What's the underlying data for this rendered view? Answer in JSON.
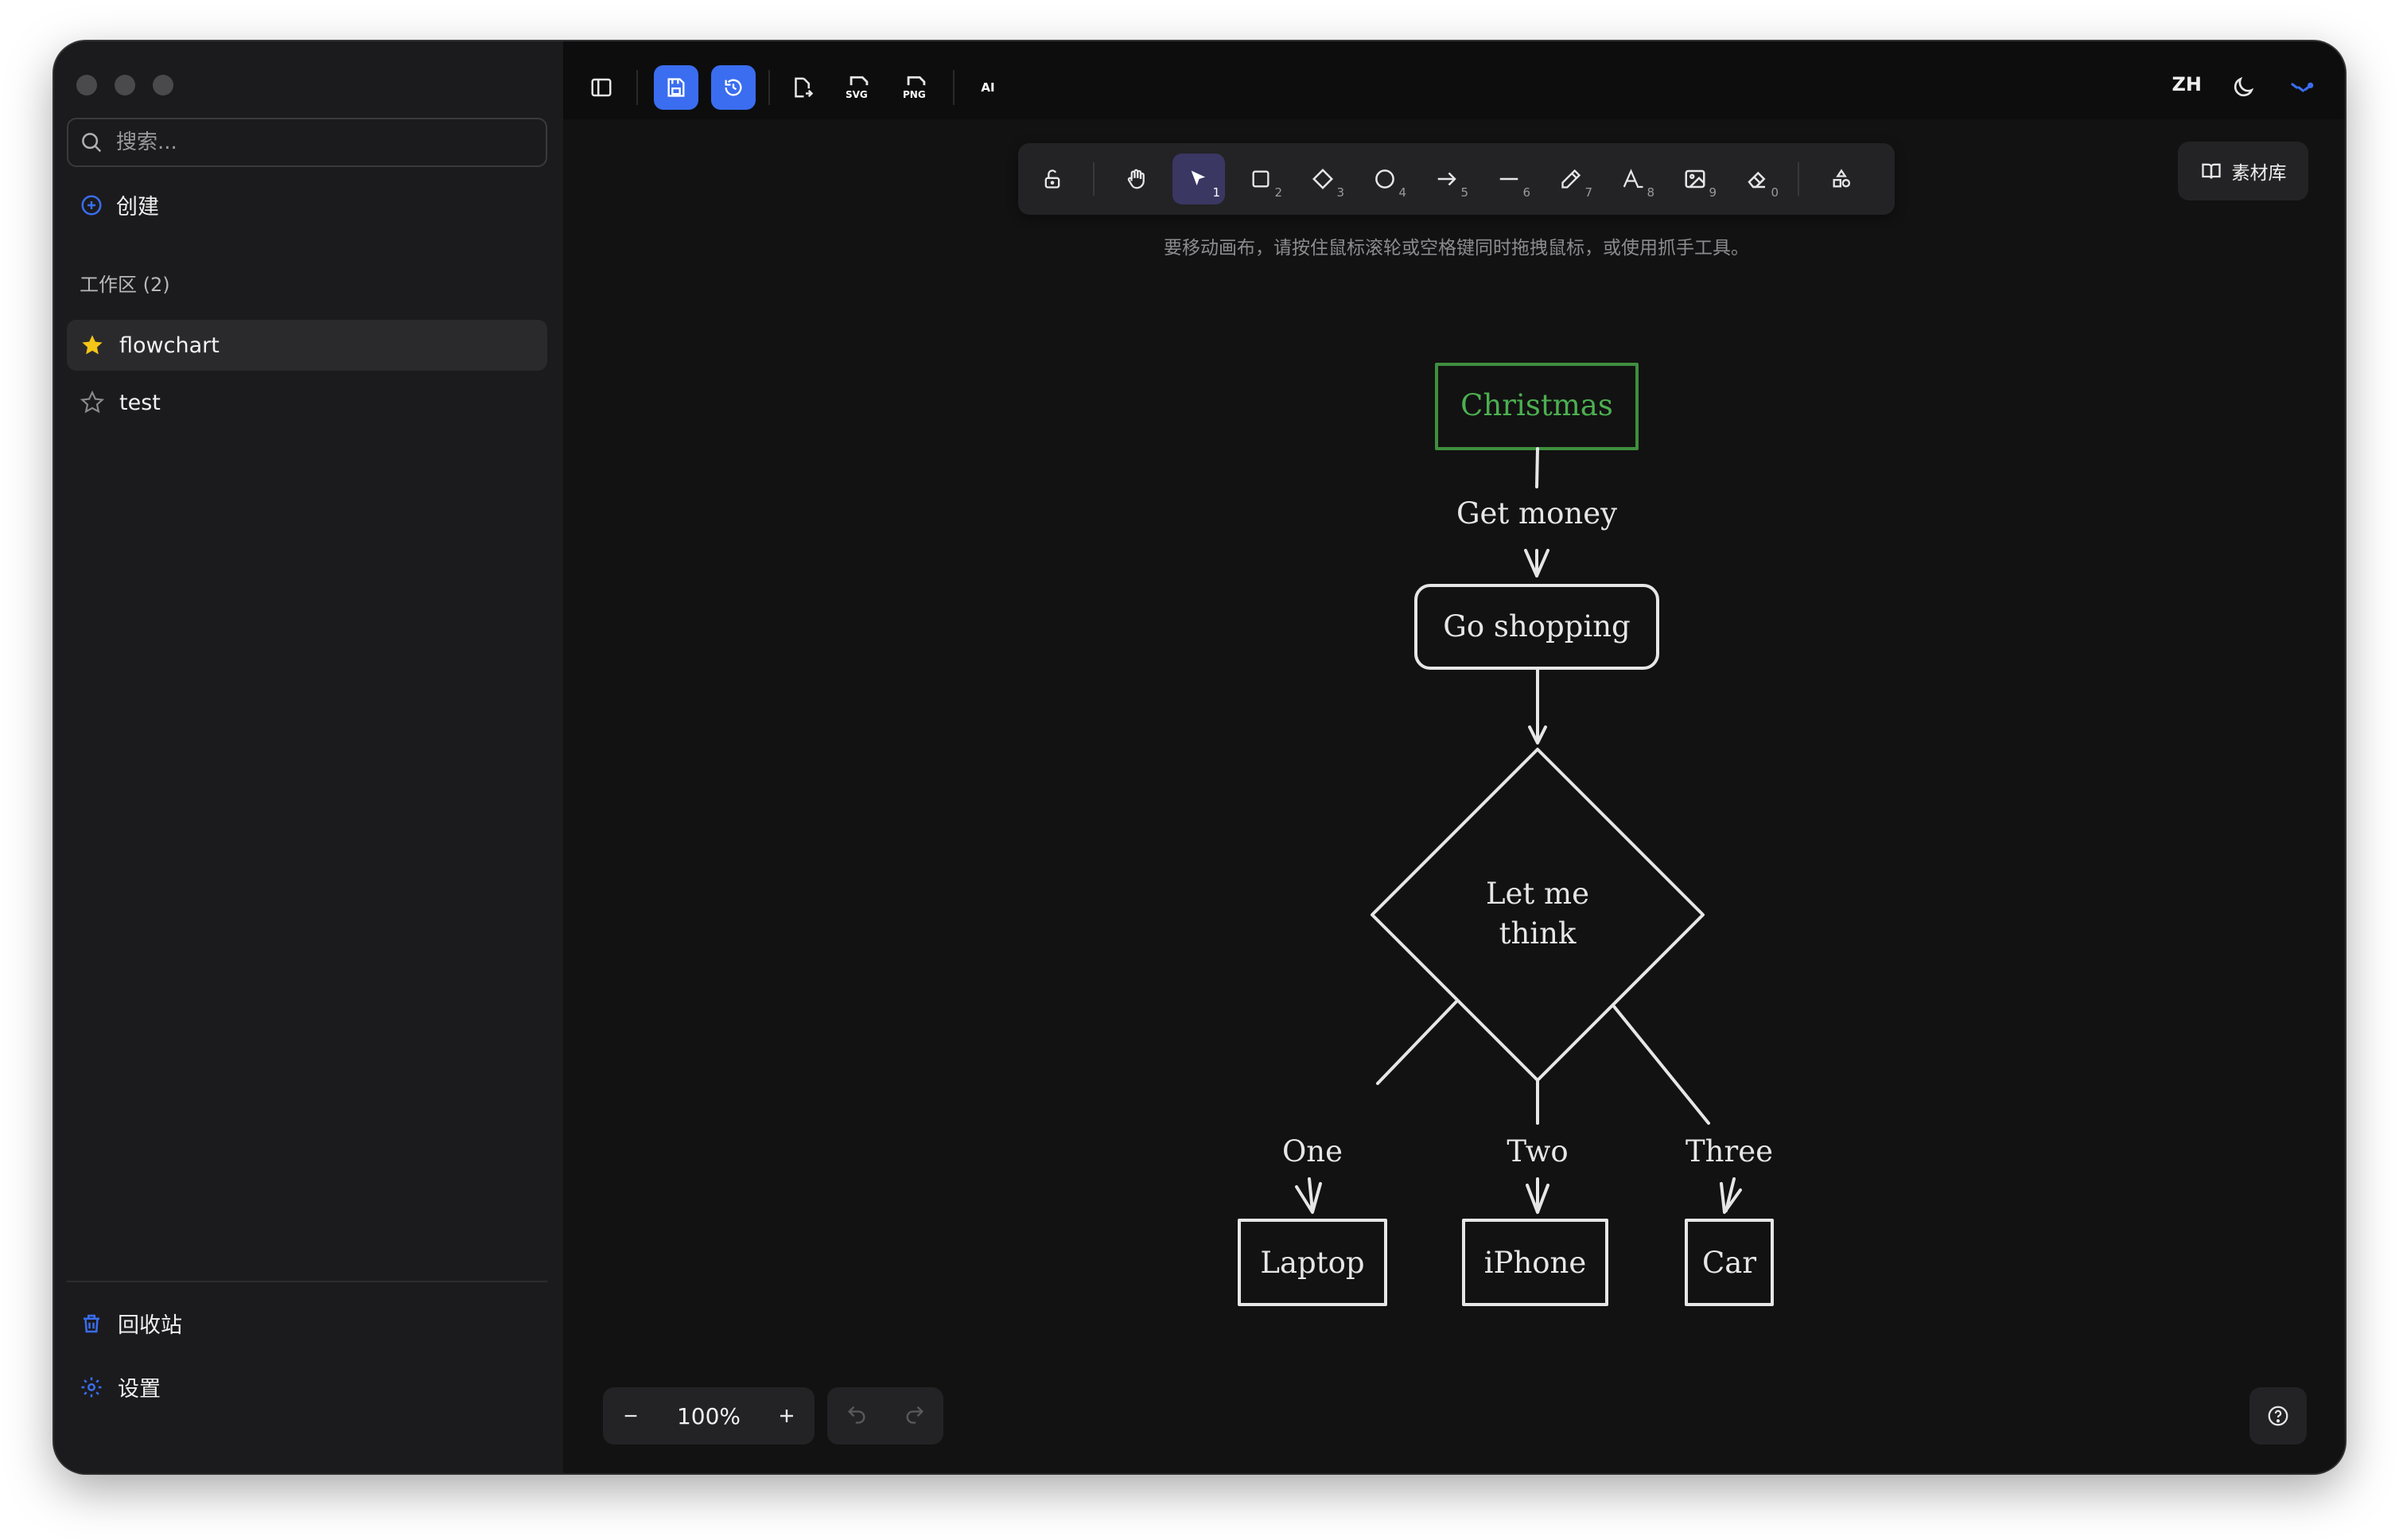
{
  "sidebar": {
    "search_placeholder": "搜索...",
    "create_label": "创建",
    "workspace_title": "工作区 (2)",
    "workspaces": [
      {
        "label": "flowchart",
        "starred": true,
        "active": true
      },
      {
        "label": "test",
        "starred": false,
        "active": false
      }
    ],
    "trash_label": "回收站",
    "settings_label": "设置"
  },
  "topbar": {
    "ai_label": "AI",
    "svg_label": "SVG",
    "png_label": "PNG",
    "lang": "ZH"
  },
  "toolbar": {
    "tools": [
      {
        "name": "lock",
        "num": ""
      },
      {
        "name": "hand",
        "num": ""
      },
      {
        "name": "selection",
        "num": "1",
        "active": true
      },
      {
        "name": "rectangle",
        "num": "2"
      },
      {
        "name": "diamond",
        "num": "3"
      },
      {
        "name": "ellipse",
        "num": "4"
      },
      {
        "name": "arrow",
        "num": "5"
      },
      {
        "name": "line",
        "num": "6"
      },
      {
        "name": "draw",
        "num": "7"
      },
      {
        "name": "text",
        "num": "8"
      },
      {
        "name": "image",
        "num": "9"
      },
      {
        "name": "eraser",
        "num": "0"
      },
      {
        "name": "more-shapes",
        "num": ""
      }
    ],
    "hint": "要移动画布，请按住鼠标滚轮或空格键同时拖拽鼠标，或使用抓手工具。"
  },
  "library_label": "素材库",
  "zoom": {
    "value": "100%"
  },
  "diagram": {
    "nodes": {
      "start": "Christmas",
      "shop": "Go shopping",
      "decision_line1": "Let me",
      "decision_line2": "think",
      "laptop": "Laptop",
      "iphone": "iPhone",
      "car": "Car"
    },
    "edges": {
      "money": "Get money",
      "one": "One",
      "two": "Two",
      "three": "Three"
    },
    "colors": {
      "start_stroke": "#3e8f3e",
      "start_text": "#4caf50",
      "stroke": "#e6e6e6",
      "accent_blue": "#3a6df0"
    }
  }
}
